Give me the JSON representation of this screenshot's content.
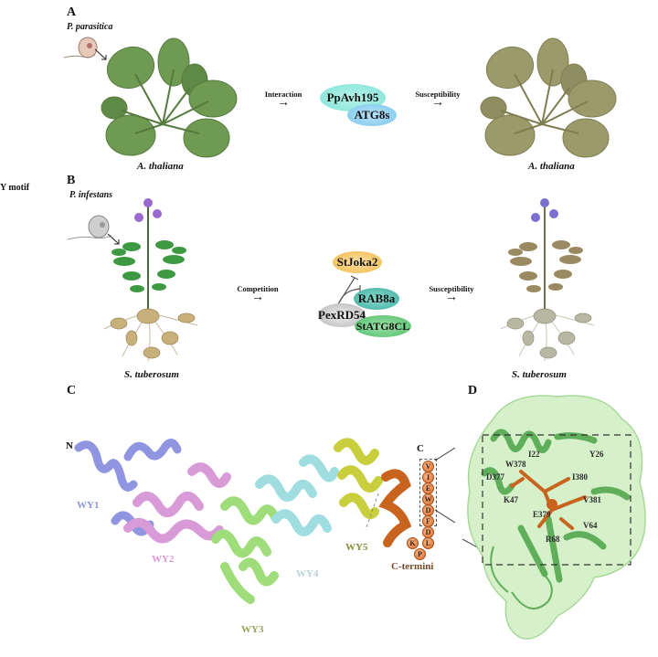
{
  "left_cut_label": "Y motif",
  "panel_a": {
    "letter": "A",
    "pathogen": "P. parasitica",
    "host_left": "A. thaliana",
    "host_right": "A. thaliana",
    "arrow1_label": "Interaction",
    "arrow2_label": "Susceptibility",
    "proteins": [
      "PpAvh195",
      "ATG8s"
    ],
    "colors": {
      "healthy_leaf": "#6f9a52",
      "diseased_leaf": "#9a9a6a",
      "ppavh195": "#7fe3d6",
      "atg8s": "#7cc6ee"
    }
  },
  "panel_b": {
    "letter": "B",
    "pathogen": "P. infestans",
    "host_left": "S. tuberosum",
    "host_right": "S. tuberosum",
    "arrow1_label": "Competition",
    "arrow2_label": "Susceptibility",
    "proteins": [
      "StJoka2",
      "RAB8a",
      "PexRD54",
      "StATG8CL"
    ],
    "colors": {
      "stjoka2": "#f0b84a",
      "rab8a": "#3fb0a0",
      "pexrd54": "#bdbdbd",
      "statg8cl": "#4fbf6a"
    }
  },
  "panel_c": {
    "letter": "C",
    "n_label": "N",
    "c_label": "C",
    "domains": [
      {
        "label": "WY1",
        "color": "#8f95e0"
      },
      {
        "label": "WY2",
        "color": "#d99ad8"
      },
      {
        "label": "WY3",
        "color": "#9fdc7a"
      },
      {
        "label": "WY4",
        "color": "#9fdde0"
      },
      {
        "label": "WY5",
        "color": "#c9cf3c"
      }
    ],
    "cterm_label": "C-termini",
    "cterm_color": "#c8641e",
    "cterm_residues": [
      "V",
      "I",
      "E",
      "W",
      "D",
      "F",
      "D",
      "L",
      "P",
      "K"
    ]
  },
  "panel_d": {
    "letter": "D",
    "surface_color": "#cfeec0",
    "ribbon_color": "#5fae5a",
    "ligand_color": "#c8641e",
    "residues": [
      "I22",
      "Y26",
      "W378",
      "D377",
      "I380",
      "K47",
      "V381",
      "E379",
      "V64",
      "R68"
    ]
  }
}
